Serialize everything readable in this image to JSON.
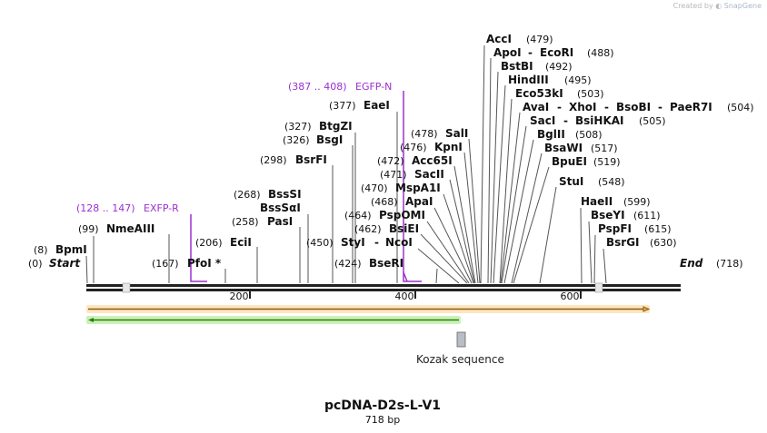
{
  "watermark": {
    "prefix": "Created by",
    "brand": "SnapGene"
  },
  "sequence": {
    "name": "pcDNA-D2s-L-V1",
    "length_label": "718 bp",
    "length": 718,
    "start_label": "Start",
    "start_pos": "(0)",
    "end_label": "End",
    "end_pos": "(718)",
    "ticks": [
      "200",
      "400",
      "600"
    ]
  },
  "enzymes": [
    {
      "name": "BpmI",
      "pos": "(8)"
    },
    {
      "name": "NmeAIII",
      "pos": "(99)"
    },
    {
      "name": "PfoI *",
      "pos": "(167)"
    },
    {
      "name": "EciI",
      "pos": "(206)"
    },
    {
      "name": "PasI",
      "pos": "(258)"
    },
    {
      "name": "BssSαI",
      "pos": ""
    },
    {
      "name": "BssSI",
      "pos": "(268)"
    },
    {
      "name": "BsrFI",
      "pos": "(298)"
    },
    {
      "name": "BsgI",
      "pos": "(326)"
    },
    {
      "name": "BtgZI",
      "pos": "(327)"
    },
    {
      "name": "EaeI",
      "pos": "(377)"
    },
    {
      "name": "BseRI",
      "pos": "(424)"
    },
    {
      "name": "StyI",
      "pos": "(450)"
    },
    {
      "name": "NcoI",
      "pos": ""
    },
    {
      "name": "BsiEI",
      "pos": "(462)"
    },
    {
      "name": "PspOMI",
      "pos": "(464)"
    },
    {
      "name": "ApaI",
      "pos": "(468)"
    },
    {
      "name": "MspA1I",
      "pos": "(470)"
    },
    {
      "name": "SacII",
      "pos": "(471)"
    },
    {
      "name": "Acc65I",
      "pos": "(472)"
    },
    {
      "name": "KpnI",
      "pos": "(476)"
    },
    {
      "name": "SalI",
      "pos": "(478)"
    },
    {
      "name": "AccI",
      "pos": "(479)"
    },
    {
      "name": "ApoI",
      "pos": ""
    },
    {
      "name": "EcoRI",
      "pos": "(488)"
    },
    {
      "name": "BstBI",
      "pos": "(492)"
    },
    {
      "name": "HindIII",
      "pos": "(495)"
    },
    {
      "name": "Eco53kI",
      "pos": "(503)"
    },
    {
      "name": "AvaI",
      "pos": ""
    },
    {
      "name": "XhoI",
      "pos": ""
    },
    {
      "name": "BsoBI",
      "pos": ""
    },
    {
      "name": "PaeR7I",
      "pos": "(504)"
    },
    {
      "name": "SacI",
      "pos": ""
    },
    {
      "name": "BsiHKAI",
      "pos": "(505)"
    },
    {
      "name": "BglII",
      "pos": "(508)"
    },
    {
      "name": "BsaWI",
      "pos": "(517)"
    },
    {
      "name": "BpuEI",
      "pos": "(519)"
    },
    {
      "name": "StuI",
      "pos": "(548)"
    },
    {
      "name": "HaeII",
      "pos": "(599)"
    },
    {
      "name": "BseYI",
      "pos": "(611)"
    },
    {
      "name": "PspFI",
      "pos": "(615)"
    },
    {
      "name": "BsrGI",
      "pos": "(630)"
    }
  ],
  "separator": "-",
  "primers": [
    {
      "name": "EXFP-R",
      "range": "(128 .. 147)"
    },
    {
      "name": "EGFP-N",
      "range": "(387 .. 408)"
    }
  ],
  "features": [
    {
      "name": "Kozak sequence"
    }
  ],
  "colors": {
    "primer": "#9b30d0",
    "forward_feature_fill": "#f5b041",
    "forward_feature_stroke": "#8a5a10",
    "reverse_feature_fill": "#6fd34a",
    "reverse_feature_stroke": "#2e7a18",
    "kozak": "#b8bec4"
  }
}
